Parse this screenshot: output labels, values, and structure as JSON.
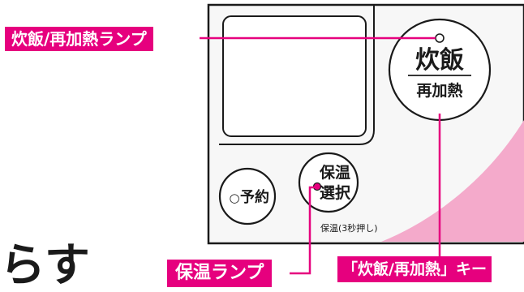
{
  "callouts": {
    "rice_lamp": "炊飯/再加熱ランプ",
    "keep_warm_lamp": "保温ランプ",
    "rice_key": "「炊飯/再加熱」キー"
  },
  "buttons": {
    "cook": {
      "main": "炊飯",
      "sub": "再加熱"
    },
    "keep_warm": {
      "line1": "保温",
      "line2": "選択",
      "hold_note": "保温(3秒押し)"
    },
    "timer": {
      "circle_mark": "○",
      "label": "予約"
    }
  },
  "heading_fragment": "らす",
  "colors": {
    "accent": "#e6007e",
    "panel_pink": "#f4aacb",
    "outline": "#1a1a1a",
    "panel_bg": "#f7f7f7"
  }
}
